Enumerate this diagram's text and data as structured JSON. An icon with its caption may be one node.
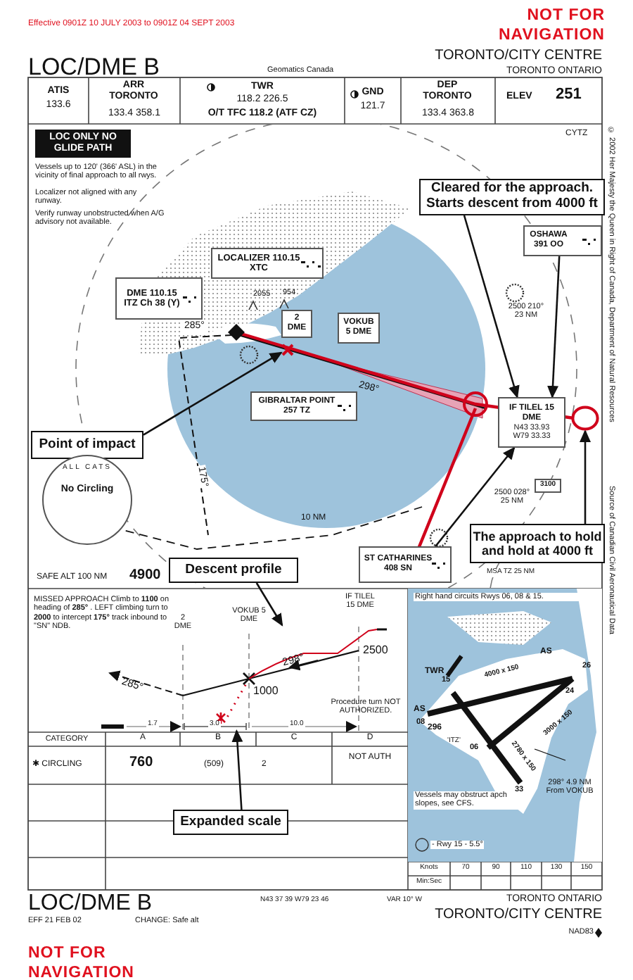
{
  "diagram": {
    "nodes": [
      {
        "text": [
          "LOC ONLY NO GLIDE PATH"
        ]
      },
      {
        "text": [
          "LOCALIZER 110.15 XTC"
        ]
      },
      {
        "text": [
          "DME 110.15 ITZ Ch 38 (Y)"
        ]
      },
      {
        "text": [
          "2 DME"
        ]
      },
      {
        "text": [
          "VOKUB 5 DME"
        ]
      },
      {
        "text": [
          "GIBRALTAR POINT 257 TZ"
        ]
      },
      {
        "text": [
          "Cleared for the approach. Starts descent from 4000 ft"
        ]
      },
      {
        "text": [
          "OSHAWA 391 OO"
        ]
      },
      {
        "text": [
          "IF TILEL 15 DME",
          "N43 33.93 W79 33.33"
        ]
      },
      {
        "text": [
          "Point of impact"
        ]
      },
      {
        "text": [],
        "shape": "cross"
      },
      {
        "text": [
          "ALL CATS",
          "No Circling"
        ]
      },
      {
        "text": [
          "The approach to hold and hold at 4000 ft"
        ]
      },
      {
        "text": [
          "3100"
        ]
      },
      {
        "text": [
          "ST CATHARINES 408 SN"
        ]
      },
      {
        "text": [
          "Descent profile"
        ]
      },
      {
        "text": [
          "Expanded scale"
        ]
      },
      {
        "text": [],
        "shape": "circle"
      },
      {
        "text": [],
        "shape": "line"
      },
      {
        "text": [],
        "shape": "bar"
      }
    ],
    "edges": [
      {
        "from": 6,
        "to": 8,
        "arrow": "to"
      },
      {
        "from": 9,
        "to": 10,
        "arrow": "to"
      },
      {
        "from": 12,
        "to": 17,
        "arrow": "to"
      },
      {
        "from": 15,
        "to": 18,
        "arrow": "to"
      },
      {
        "from": 16,
        "to": 19,
        "arrow": "to"
      },
      {
        "from": 7,
        "to": 8,
        "arrow": "to",
        "label": "2500 210° 23 NM"
      },
      {
        "from": 14,
        "to": 8,
        "arrow": "to",
        "label": "2500 028° 25 NM"
      }
    ],
    "labels": [
      "Effective 0901Z 10 JULY 2003 to 0901Z 04 SEPT 2003",
      "NOT FOR NAVIGATION",
      "TORONTO/CITY CENTRE",
      "LOC/DME B",
      "Geomatics Canada",
      "TORONTO ONTARIO",
      "ATIS",
      "133.6",
      "ARR TORONTO",
      "133.4 358.1",
      "TWR",
      "118.2 226.5",
      "O/T TFC 118.2 (ATF CZ)",
      "GND",
      "121.7",
      "DEP TORONTO",
      "133.4 363.8",
      "ELEV",
      "251",
      "CYTZ",
      "© 2002 Her Majesty the Queen in Right of Canada, Department of Natural Resources",
      "Vessels up to 120' (366' ASL) in the vicinity of final approach to all rwys.",
      "Localizer not aligned with any runway.",
      "Verify runway unobstructed when A/G advisory not available.",
      "2055",
      "954",
      "285°",
      "298°",
      "175°",
      "10 NM",
      "MSA TZ 25 NM",
      "SAFE ALT 100 NM",
      "4900",
      "Source of Canadian Civil Aeronautical Data",
      "MISSED APPROACH Climb to **1100** on heading of **285°** . LEFT climbing turn to **2000** to intercept **175°** track inbound to \"SN\" NDB.",
      "2 DME",
      "VOKUB 5 DME",
      "IF TILEL 15 DME",
      "2500",
      "298°",
      "285°",
      "1000",
      "Procedure turn NOT AUTHORIZED.",
      "1.7",
      "3.0",
      "10.0",
      "Right hand circuits Rwys 06, 08 & 15.",
      "TWR",
      "AS",
      "AS",
      "26",
      "24",
      "15",
      "08",
      "06",
      "33",
      "4000 x 150",
      "3000 x 150",
      "2780 x 150",
      "296",
      "'ITZ'",
      "298° 4.9 NM From VOKUB",
      "Vessels may obstruct apch slopes, see CFS.",
      "- Rwy 15 - 5.5°",
      "CATEGORY",
      "A",
      "B",
      "C",
      "D",
      "✱ CIRCLING",
      "760",
      "(509)",
      "2",
      "NOT AUTH",
      "Knots",
      "70",
      "90",
      "110",
      "130",
      "150",
      "Min:Sec",
      "LOC/DME B",
      "EFF 21 FEB 02",
      "CHANGE: Safe alt",
      "N43 37 39 W79 23 46",
      "VAR 10° W",
      "TORONTO ONTARIO",
      "TORONTO/CITY CENTRE",
      "NAD83",
      "NOT FOR NAVIGATION"
    ]
  }
}
